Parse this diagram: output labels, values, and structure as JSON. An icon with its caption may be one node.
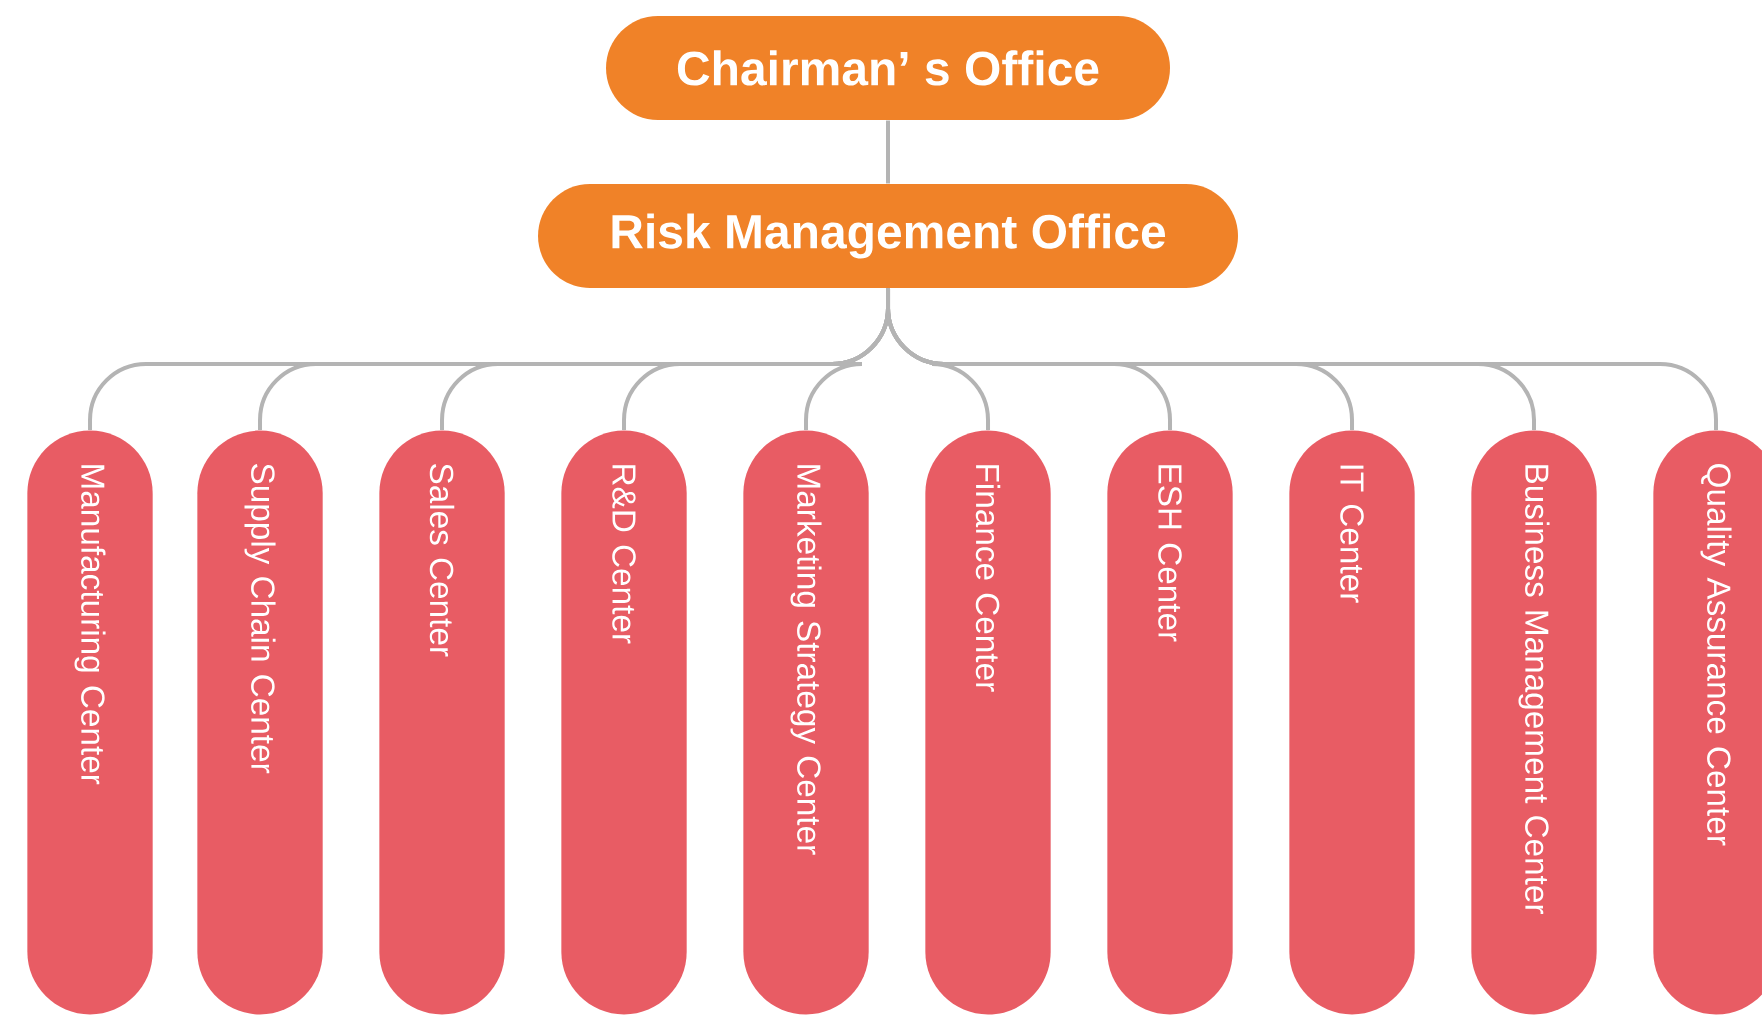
{
  "diagram": {
    "nodes": [
      {
        "text": [
          "Chairman’ s Office"
        ]
      },
      {
        "text": [
          "Risk Management Office"
        ]
      },
      {
        "text": [
          "Manufacturing Center"
        ]
      },
      {
        "text": [
          "Supply Chain Center"
        ]
      },
      {
        "text": [
          "Sales Center"
        ]
      },
      {
        "text": [
          "R&D Center"
        ]
      },
      {
        "text": [
          "Marketing Strategy Center"
        ]
      },
      {
        "text": [
          "Finance Center"
        ]
      },
      {
        "text": [
          "ESH Center"
        ]
      },
      {
        "text": [
          "IT Center"
        ]
      },
      {
        "text": [
          "Business Management Center"
        ]
      },
      {
        "text": [
          "Quality Assurance Center"
        ]
      }
    ],
    "edges": [
      {
        "from": 0,
        "to": 1,
        "arrow": "none"
      },
      {
        "from": 1,
        "to": 2,
        "arrow": "none"
      },
      {
        "from": 1,
        "to": 3,
        "arrow": "none"
      },
      {
        "from": 1,
        "to": 4,
        "arrow": "none"
      },
      {
        "from": 1,
        "to": 5,
        "arrow": "none"
      },
      {
        "from": 1,
        "to": 6,
        "arrow": "none"
      },
      {
        "from": 1,
        "to": 7,
        "arrow": "none"
      },
      {
        "from": 1,
        "to": 8,
        "arrow": "none"
      },
      {
        "from": 1,
        "to": 9,
        "arrow": "none"
      },
      {
        "from": 1,
        "to": 10,
        "arrow": "none"
      },
      {
        "from": 1,
        "to": 11,
        "arrow": "none"
      }
    ]
  }
}
